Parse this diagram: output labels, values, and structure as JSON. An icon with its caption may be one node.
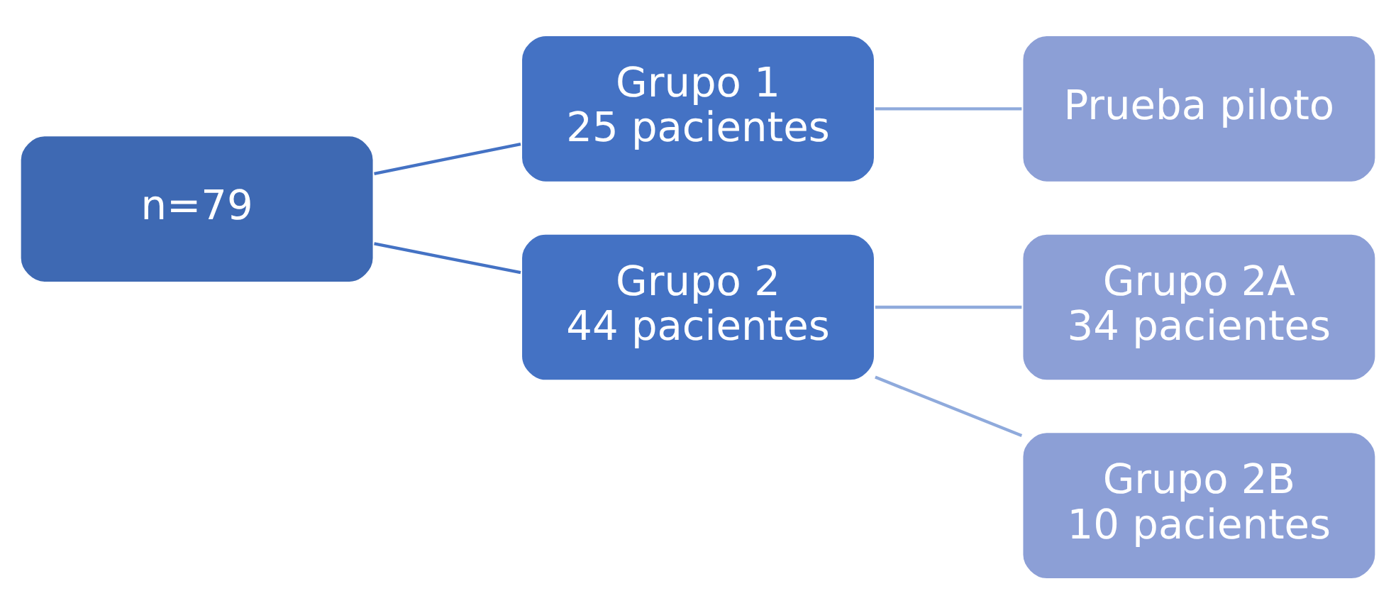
{
  "diagram": {
    "nodes": [
      {
        "text": [
          "n=79"
        ]
      },
      {
        "text": [
          "Grupo 1",
          "25 pacientes"
        ]
      },
      {
        "text": [
          "Prueba piloto"
        ]
      },
      {
        "text": [
          "Grupo 2",
          "44 pacientes"
        ]
      },
      {
        "text": [
          "Grupo 2A",
          "34 pacientes"
        ]
      },
      {
        "text": [
          "Grupo 2B",
          "10 pacientes"
        ]
      }
    ],
    "edges": [
      {
        "from": 0,
        "to": 1,
        "arrow": "none",
        "color": "#4472c4"
      },
      {
        "from": 0,
        "to": 3,
        "arrow": "none",
        "color": "#4472c4"
      },
      {
        "from": 1,
        "to": 2,
        "arrow": "none"
      },
      {
        "from": 3,
        "to": 4,
        "arrow": "none"
      },
      {
        "from": 3,
        "to": 5,
        "arrow": "none"
      }
    ]
  }
}
